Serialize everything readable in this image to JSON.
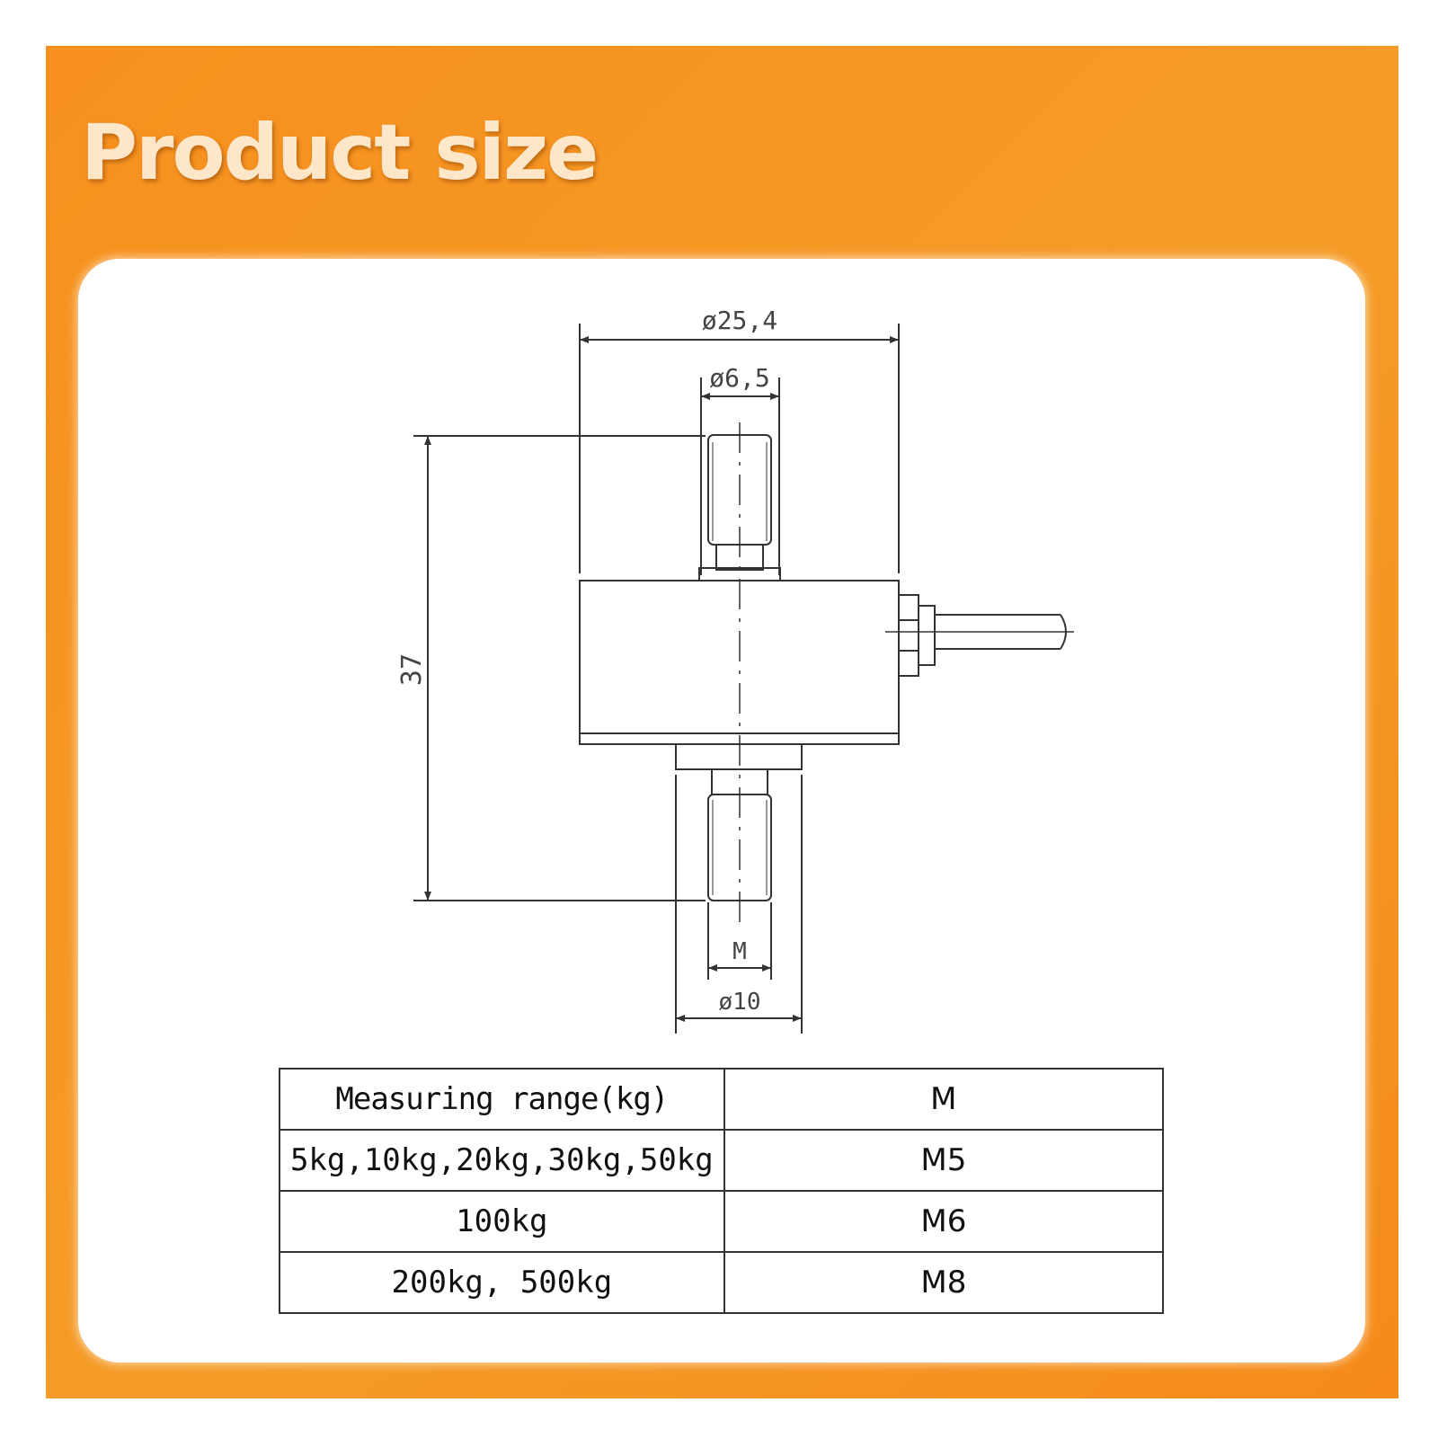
{
  "header": {
    "title": "Product size"
  },
  "drawing": {
    "dim_outer_diameter": "ø25,4",
    "dim_stud_diameter": "ø6,5",
    "dim_height": "37",
    "dim_thread": "M",
    "dim_bottom_diameter": "ø10"
  },
  "table": {
    "headers": [
      "Measuring range(kg)",
      "M"
    ],
    "rows": [
      [
        "5kg,10kg,20kg,30kg,50kg",
        "M5"
      ],
      [
        "100kg",
        "M6"
      ],
      [
        "200kg, 500kg",
        "M8"
      ]
    ]
  }
}
